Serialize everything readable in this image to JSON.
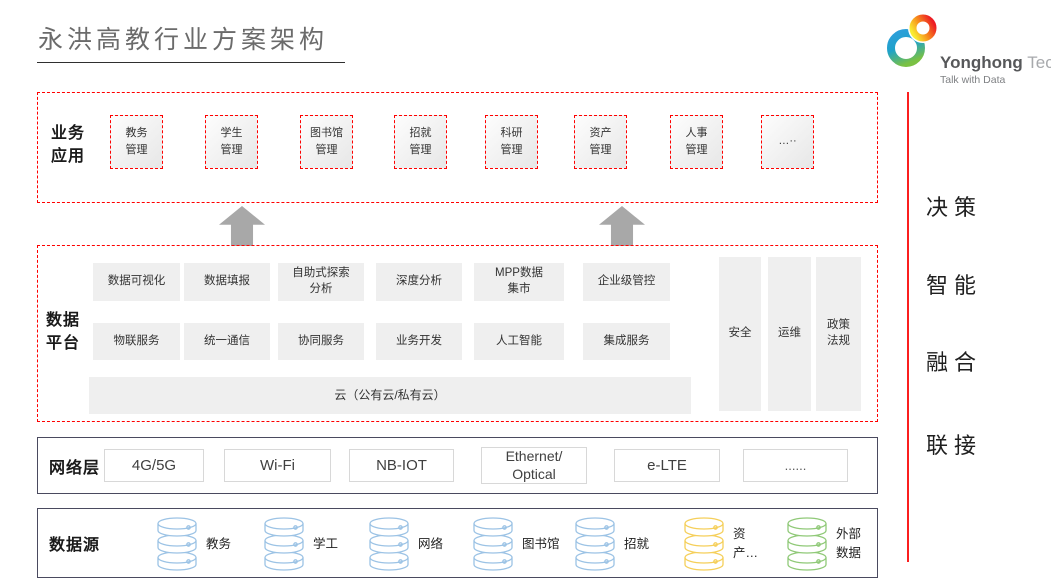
{
  "title": "永洪高教行业方案架构",
  "logo": {
    "brand": "Yonghong",
    "brand_suffix": "Tech",
    "tagline": "Talk with Data"
  },
  "right_rail": {
    "items": [
      "决策",
      "智能",
      "融合",
      "联接"
    ]
  },
  "business_layer": {
    "label": "业务\n应用",
    "apps": [
      "教务\n管理",
      "学生\n管理",
      "图书馆\n管理",
      "招就\n管理",
      "科研\n管理",
      "资产\n管理",
      "人事\n管理",
      "…··"
    ]
  },
  "data_platform": {
    "label": "数据\n平台",
    "row1": [
      "数据可视化",
      "数据填报",
      "自助式探索\n分析",
      "深度分析",
      "MPP数据\n集市",
      "企业级管控"
    ],
    "row2": [
      "物联服务",
      "统一通信",
      "协同服务",
      "业务开发",
      "人工智能",
      "集成服务"
    ],
    "cloud": "云（公有云/私有云）",
    "pillars": [
      "安全",
      "运维",
      "政策\n法规"
    ]
  },
  "network_layer": {
    "label": "网络层",
    "items": [
      "4G/5G",
      "Wi-Fi",
      "NB-IOT",
      "Ethernet/\nOptical",
      "e-LTE",
      "......"
    ]
  },
  "data_sources": {
    "label": "数据源",
    "items": [
      {
        "label": "教务",
        "color": "blue"
      },
      {
        "label": "学工",
        "color": "blue"
      },
      {
        "label": "网络",
        "color": "blue"
      },
      {
        "label": "图书馆",
        "color": "blue"
      },
      {
        "label": "招就",
        "color": "blue"
      },
      {
        "label": "资\n产…",
        "color": "yellow"
      },
      {
        "label": "外部\n数据",
        "color": "green"
      }
    ]
  },
  "colors": {
    "accent_red": "#ff0000",
    "layer_border": "#4a4a5f",
    "cell_fill": "#efefef",
    "arrow_gray": "#a8a8a8",
    "db_blue": "#9cc3e5",
    "db_yellow": "#f5cf5a",
    "db_green": "#90c978"
  }
}
